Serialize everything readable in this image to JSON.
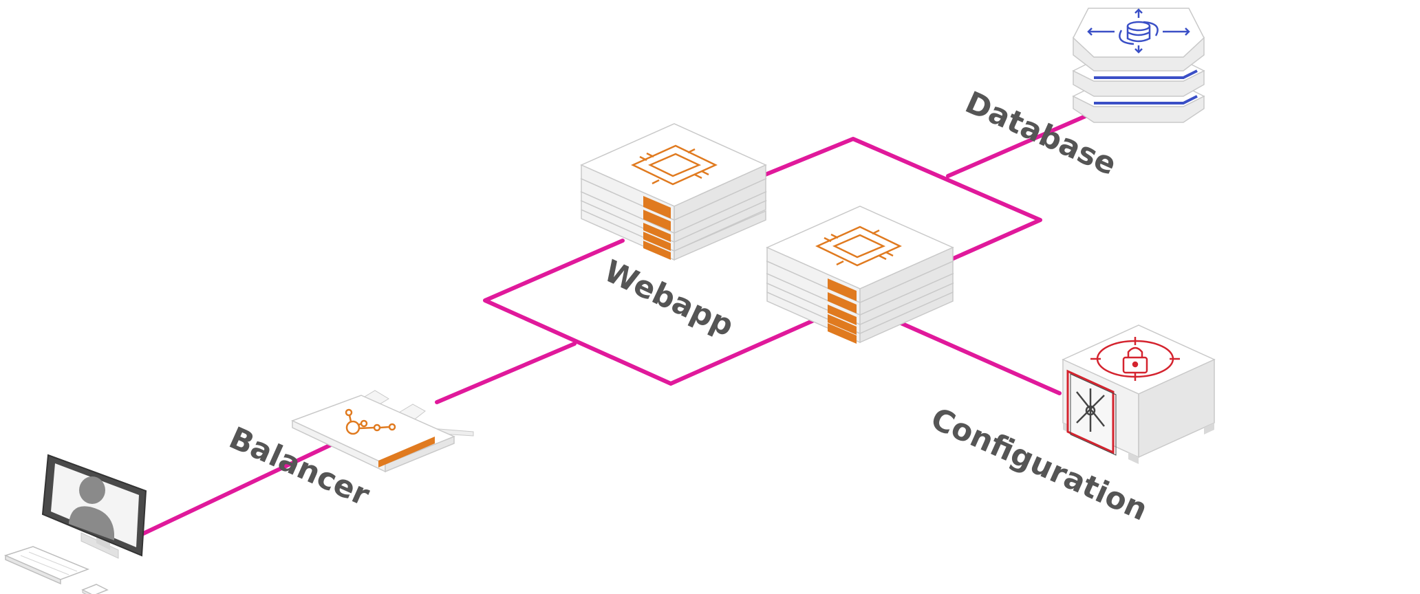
{
  "labels": {
    "balancer": "Balancer",
    "webapp": "Webapp",
    "database": "Database",
    "configuration": "Configuration"
  },
  "nodes": [
    {
      "id": "client",
      "icon": "user-computer-icon"
    },
    {
      "id": "balancer",
      "icon": "load-balancer-icon"
    },
    {
      "id": "webapp-1",
      "icon": "compute-instance-icon"
    },
    {
      "id": "webapp-2",
      "icon": "compute-instance-icon"
    },
    {
      "id": "database",
      "icon": "database-icon"
    },
    {
      "id": "configuration",
      "icon": "secure-vault-icon"
    }
  ],
  "connections": [
    [
      "client",
      "balancer"
    ],
    [
      "balancer",
      "webapp-1"
    ],
    [
      "balancer",
      "webapp-2"
    ],
    [
      "webapp-1",
      "database"
    ],
    [
      "webapp-2",
      "database"
    ],
    [
      "webapp-2",
      "configuration"
    ]
  ],
  "colors": {
    "connection": "#e0199b",
    "compute": "#e07a1f",
    "database": "#3a4fc6",
    "vault": "#d4232e",
    "label": "#555555"
  }
}
